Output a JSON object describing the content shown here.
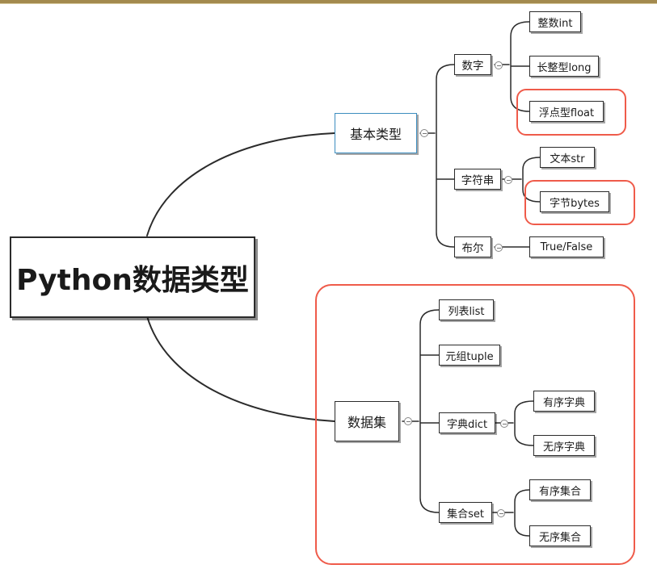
{
  "root": "Python数据类型",
  "basic": {
    "label": "基本类型",
    "number": {
      "label": "数字",
      "children": [
        "整数int",
        "长整型long",
        "浮点型float"
      ]
    },
    "string": {
      "label": "字符串",
      "children": [
        "文本str",
        "字节bytes"
      ]
    },
    "bool": {
      "label": "布尔",
      "children": [
        "True/False"
      ]
    }
  },
  "collections": {
    "label": "数据集",
    "list": "列表list",
    "tuple": "元组tuple",
    "dict": {
      "label": "字典dict",
      "children": [
        "有序字典",
        "无序字典"
      ]
    },
    "set": {
      "label": "集合set",
      "children": [
        "有序集合",
        "无序集合"
      ]
    }
  },
  "colors": {
    "highlight": "#ef5b4a",
    "accent_border": "#3c8dbf",
    "line": "#2b2b2b"
  }
}
